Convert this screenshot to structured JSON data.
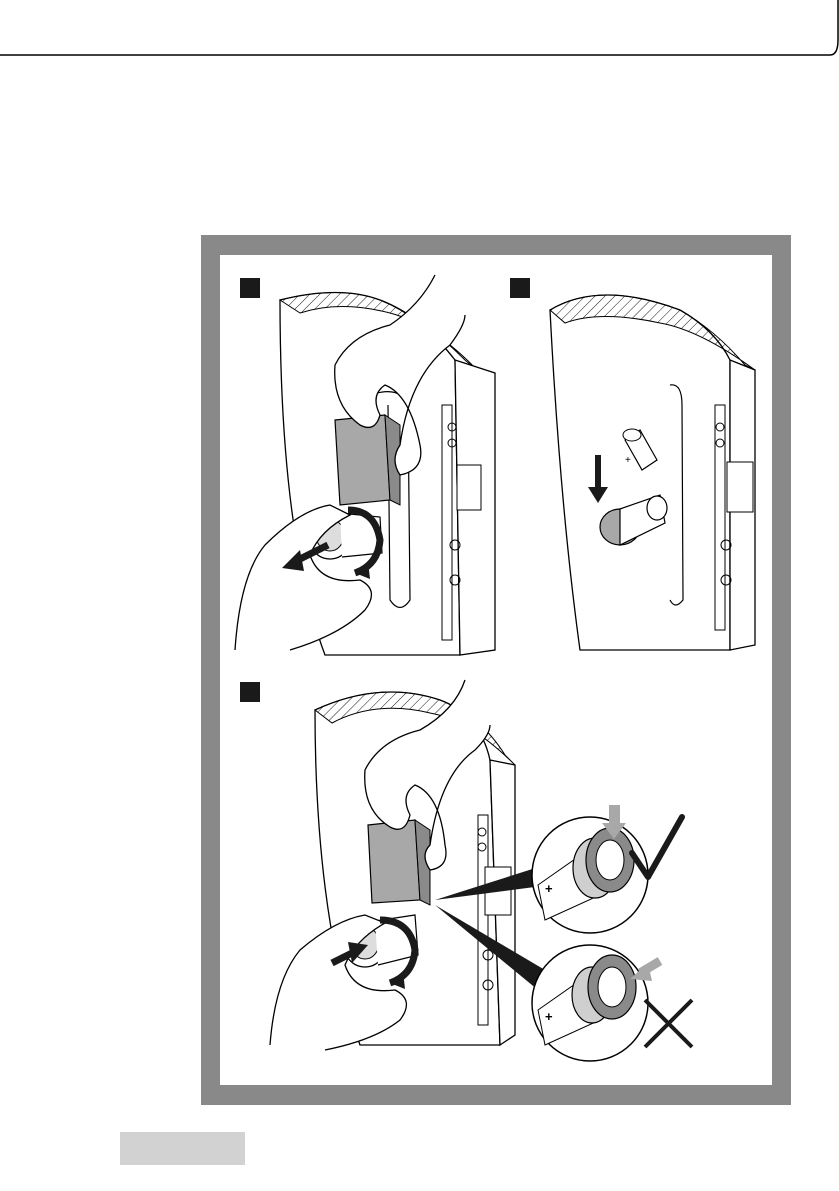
{
  "steps": [
    {
      "number": ""
    },
    {
      "number": ""
    },
    {
      "number": ""
    }
  ],
  "illustrations": {
    "step1": "remove-knob",
    "step2": "insert-battery",
    "step3": "reattach-knob",
    "check_icon": "checkmark-icon",
    "wrong_icon": "cross-icon"
  },
  "colors": {
    "frame": "#898989",
    "step_badge": "#1a1a1a",
    "footer_tab": "#d2d2d2",
    "indicator_arrow": "#a8a8a8"
  }
}
